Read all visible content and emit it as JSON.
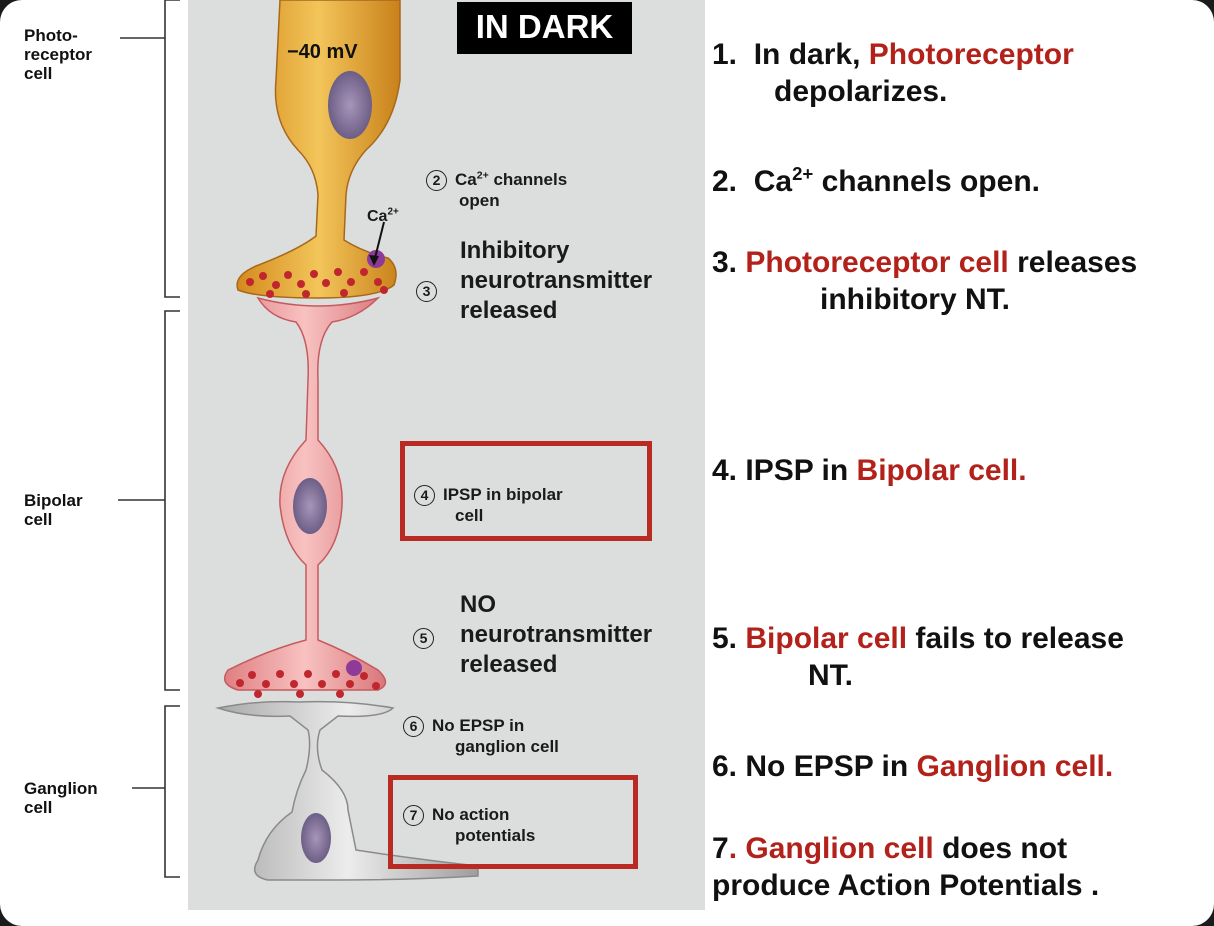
{
  "title": "IN DARK",
  "cell_labels": {
    "photoreceptor": [
      "Photo-",
      "receptor",
      "cell"
    ],
    "bipolar": [
      "Bipolar",
      "cell"
    ],
    "ganglion": [
      "Ganglion",
      "cell"
    ]
  },
  "membrane_potential": "−40 mV",
  "ion_label": "Ca",
  "ion_charge": "2+",
  "annotations": {
    "a2": {
      "num": "2",
      "line1_a": "Ca",
      "line1_sup": "2+",
      "line1_b": " channels",
      "line2": "open"
    },
    "a3": {
      "num": "3",
      "lines": [
        "Inhibitory",
        "neurotransmitter",
        "released"
      ]
    },
    "a4": {
      "num": "4",
      "line1": "IPSP in bipolar",
      "line2": "cell"
    },
    "a5": {
      "num": "5",
      "lines": [
        "NO",
        "neurotransmitter",
        "released"
      ]
    },
    "a6": {
      "num": "6",
      "line1": "No EPSP in",
      "line2": "ganglion cell"
    },
    "a7": {
      "num": "7",
      "line1": "No action",
      "line2": "potentials"
    }
  },
  "steps": [
    {
      "n": "1.",
      "pre": "In dark, ",
      "red": "Photoreceptor",
      "post": "",
      "line2": "depolarizes."
    },
    {
      "n": "2.",
      "pre": "Ca",
      "sup": "2+",
      "post": " channels open."
    },
    {
      "n": "3.",
      "red": "Photoreceptor cell",
      "post": " releases",
      "line2": "inhibitory NT."
    },
    {
      "n": "4.",
      "pre": "IPSP in ",
      "red": "Bipolar cell."
    },
    {
      "n": "5.",
      "red": "Bipolar cell",
      "post": " fails to release",
      "line2": "NT."
    },
    {
      "n": "6.",
      "pre": "No EPSP in ",
      "red": "Ganglion cell."
    },
    {
      "n": "7",
      "red_prefix": ". Ganglion cell",
      "post": " does not",
      "line2": "produce Action Potentials ."
    }
  ],
  "colors": {
    "accent_red": "#b3221a",
    "box_red": "#b82a22",
    "photoreceptor": "#e8ad3c",
    "bipolar": "#f1a2a3",
    "ganglion": "#c9c9c9",
    "panel": "#dcdedd"
  }
}
